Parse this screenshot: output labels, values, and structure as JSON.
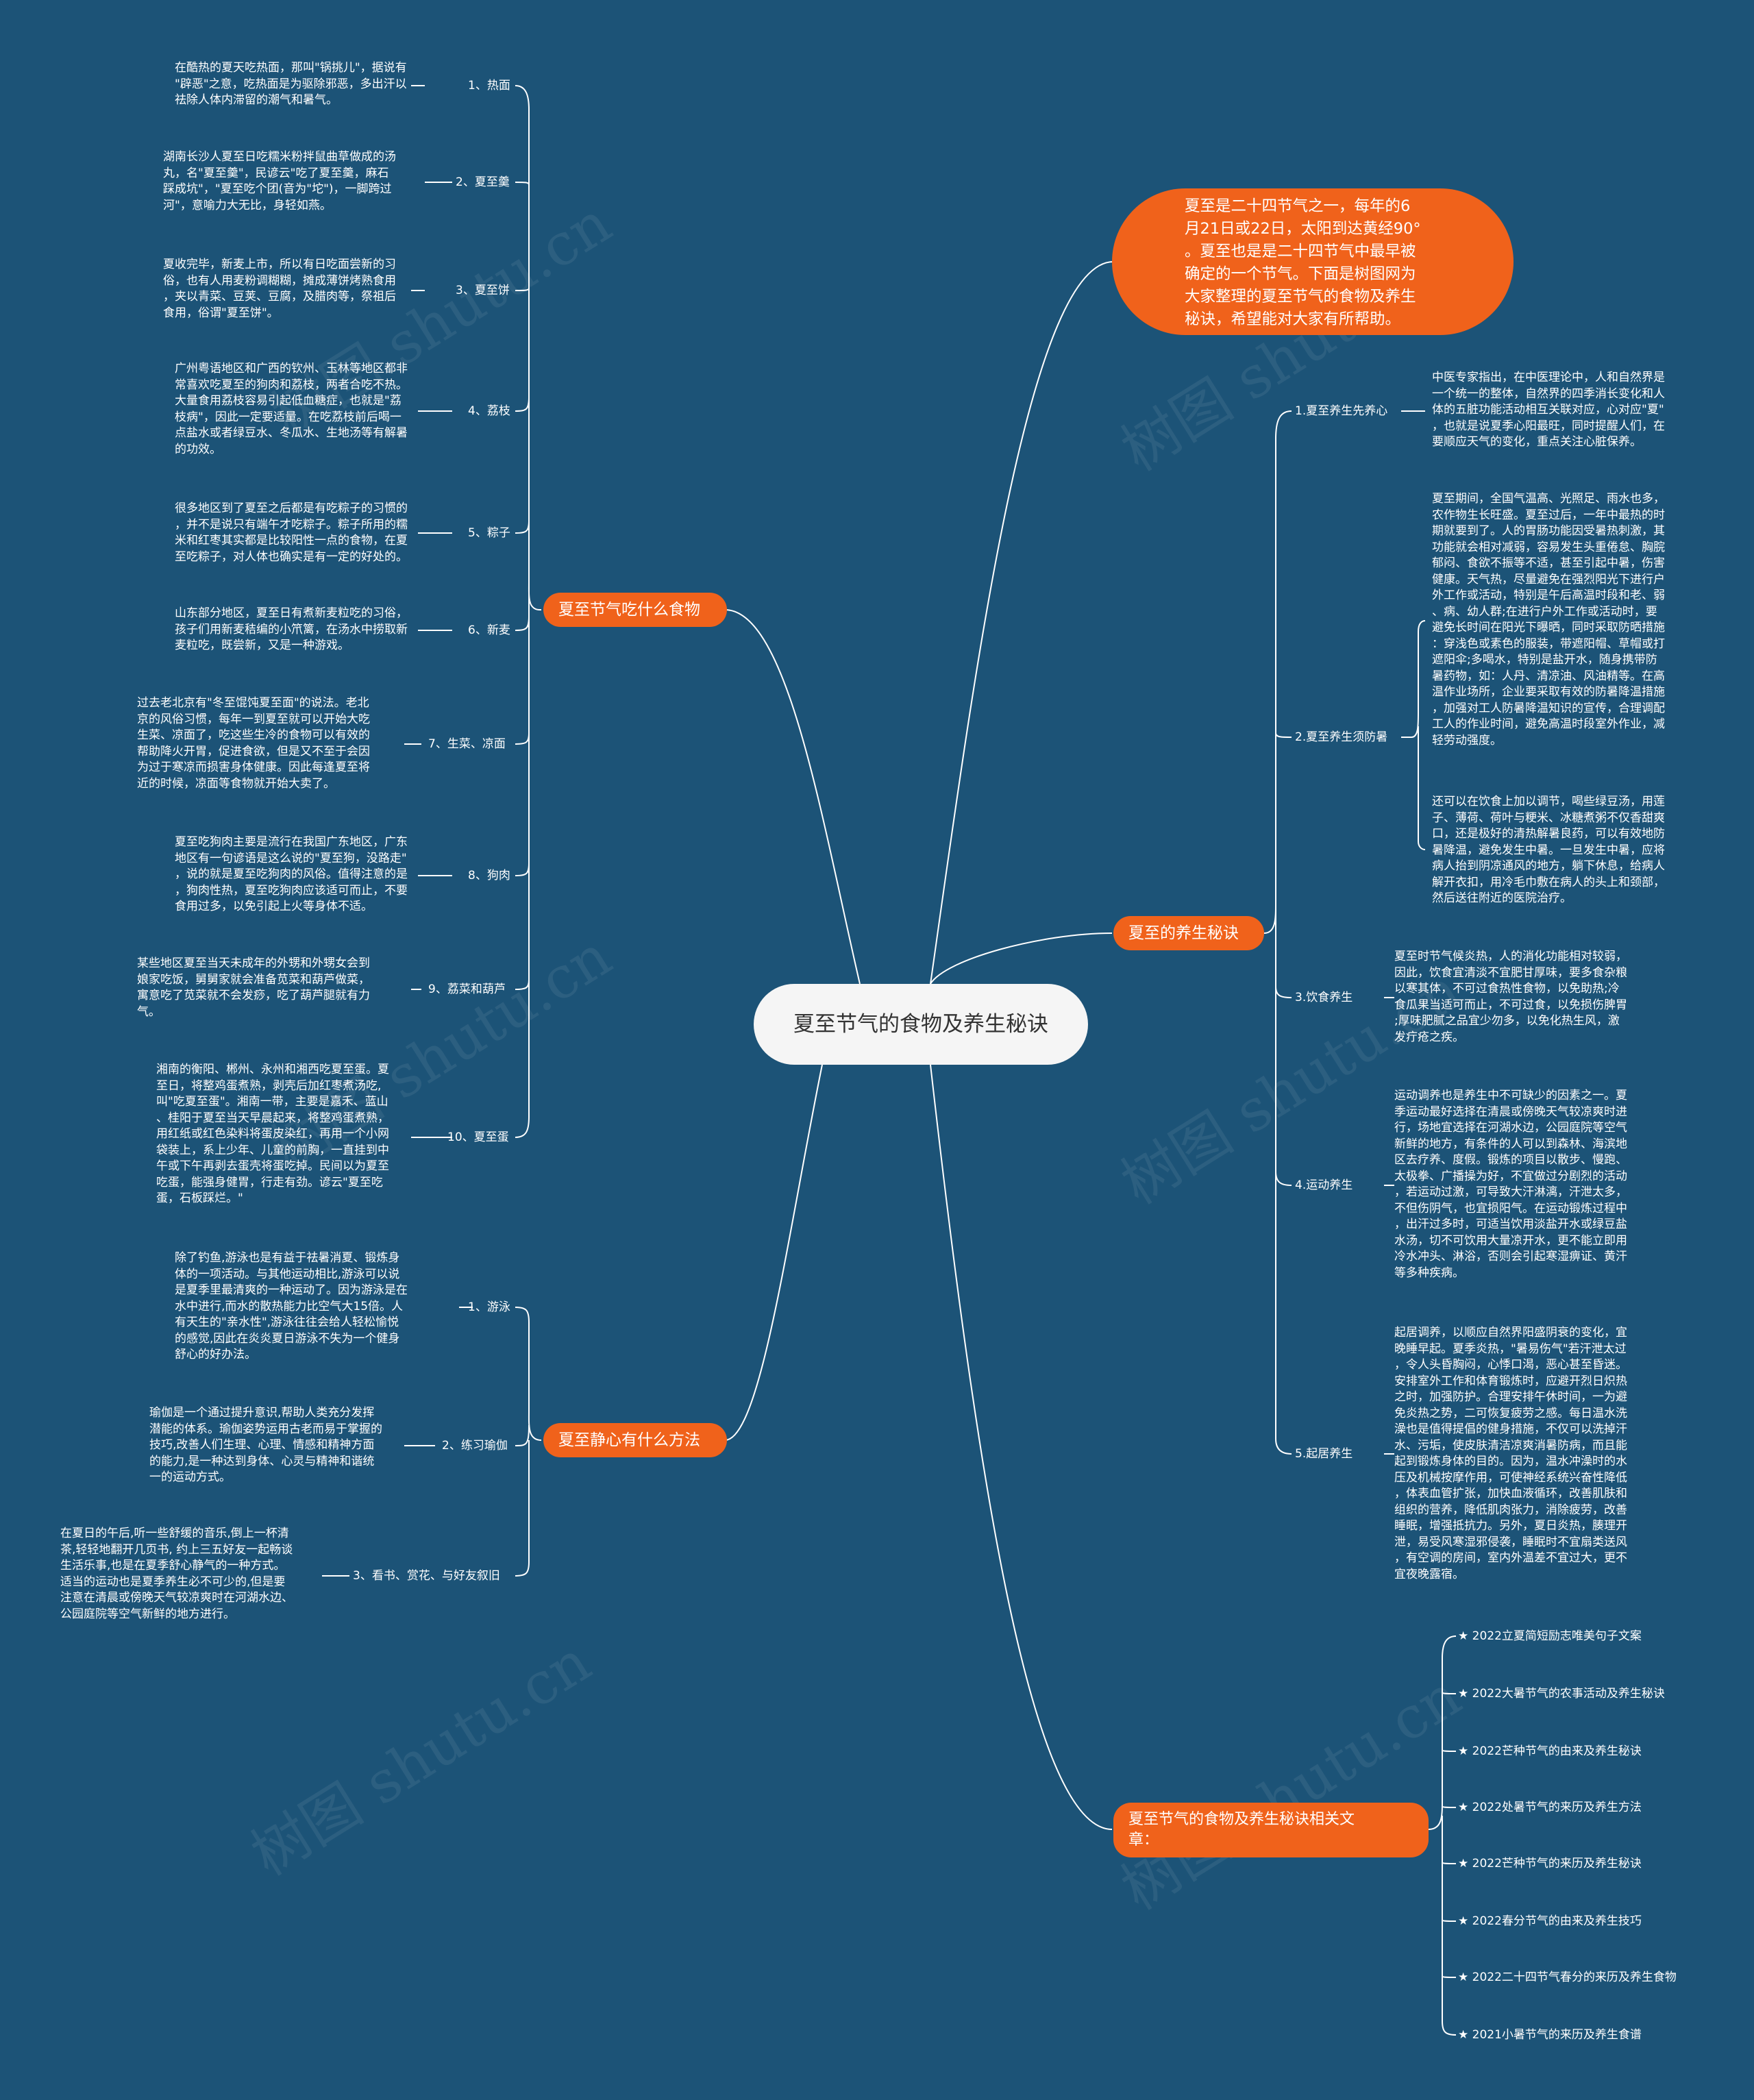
{
  "center": "夏至节气的食物及养生秘诀",
  "intro": "夏至是二十四节气之一，每年的6\n月21日或22日，太阳到达黄经90°\n。夏至也是是二十四节气中最早被\n确定的一个节气。下面是树图网为\n大家整理的夏至节气的食物及养生\n秘诀，希望能对大家有所帮助。",
  "watermark": "树图 shutu.cn",
  "topics": {
    "food": "夏至节气吃什么食物",
    "calm": "夏至静心有什么方法",
    "health": "夏至的养生秘诀",
    "related": "夏至节气的食物及养生秘诀相关文\n章："
  },
  "food_items": [
    {
      "label": "1、热面",
      "text": "在酷热的夏天吃热面，那叫\"锅挑儿\"，据说有\n\"辟恶\"之意，吃热面是为驱除邪恶，多出汗以\n祛除人体内滞留的潮气和暑气。"
    },
    {
      "label": "2、夏至羹",
      "text": "湖南长沙人夏至日吃糯米粉拌鼠曲草做成的汤\n丸，名\"夏至羹\"，民谚云\"吃了夏至羹，麻石\n踩成坑\"，\"夏至吃个团(音为\"坨\")，一脚跨过\n河\"，意喻力大无比，身轻如燕。"
    },
    {
      "label": "3、夏至饼",
      "text": "夏收完毕，新麦上市，所以有日吃面尝新的习\n俗，也有人用麦粉调糊糊，摊成薄饼烤熟食用\n，夹以青菜、豆荚、豆腐，及腊肉等，祭祖后\n食用，俗谓\"夏至饼\"。"
    },
    {
      "label": "4、荔枝",
      "text": "广州粤语地区和广西的钦州、玉林等地区都非\n常喜欢吃夏至的狗肉和荔枝，两者合吃不热。\n大量食用荔枝容易引起低血糖症，也就是\"荔\n枝病\"，因此一定要适量。在吃荔枝前后喝一\n点盐水或者绿豆水、冬瓜水、生地汤等有解暑\n的功效。"
    },
    {
      "label": "5、粽子",
      "text": "很多地区到了夏至之后都是有吃粽子的习惯的\n，并不是说只有端午才吃粽子。粽子所用的糯\n米和红枣其实都是比较阳性一点的食物，在夏\n至吃粽子，对人体也确实是有一定的好处的。"
    },
    {
      "label": "6、新麦",
      "text": "山东部分地区，夏至日有煮新麦粒吃的习俗，\n孩子们用新麦秸编的小笊篱，在汤水中捞取新\n麦粒吃，既尝新，又是一种游戏。"
    },
    {
      "label": "7、生菜、凉面",
      "text": "过去老北京有\"冬至馄饨夏至面\"的说法。老北\n京的风俗习惯，每年一到夏至就可以开始大吃\n生菜、凉面了，吃这些生冷的食物可以有效的\n帮助降火开胃，促进食欲，但是又不至于会因\n为过于寒凉而损害身体健康。因此每逢夏至将\n近的时候，凉面等食物就开始大卖了。"
    },
    {
      "label": "8、狗肉",
      "text": "夏至吃狗肉主要是流行在我国广东地区，广东\n地区有一句谚语是这么说的\"夏至狗，没路走\"\n，说的就是夏至吃狗肉的风俗。值得注意的是\n，狗肉性热，夏至吃狗肉应该适可而止，不要\n食用过多，以免引起上火等身体不适。"
    },
    {
      "label": "9、荔菜和葫芦",
      "text": "某些地区夏至当天未成年的外甥和外甥女会到\n娘家吃饭，舅舅家就会准备苋菜和葫芦做菜，\n寓意吃了苋菜就不会发痧，吃了葫芦腿就有力\n气。"
    },
    {
      "label": "10、夏至蛋",
      "text": "湘南的衡阳、郴州、永州和湘西吃夏至蛋。夏\n至日，将整鸡蛋煮熟，剥壳后加红枣煮汤吃,\n叫\"吃夏至蛋\"。湘南一带，主要是嘉禾、蓝山\n、桂阳于夏至当天早晨起来，将整鸡蛋煮熟，\n用红纸或红色染料将蛋皮染红，再用一个小网\n袋装上，系上少年、儿童的前胸，一直挂到中\n午或下午再剥去蛋壳将蛋吃掉。民间以为夏至\n吃蛋，能强身健胃，行走有劲。谚云\"夏至吃\n蛋，石板踩烂。\""
    }
  ],
  "calm_items": [
    {
      "label": "1、游泳",
      "text": "除了钓鱼,游泳也是有益于祛暑消夏、锻炼身\n体的一项活动。与其他运动相比,游泳可以说\n是夏季里最清爽的一种运动了。因为游泳是在\n水中进行,而水的散热能力比空气大15倍。人\n有天生的\"亲水性\",游泳往往会给人轻松愉悦\n的感觉,因此在炎炎夏日游泳不失为一个健身\n舒心的好办法。"
    },
    {
      "label": "2、练习瑜伽",
      "text": "瑜伽是一个通过提升意识,帮助人类充分发挥\n潜能的体系。瑜伽姿势运用古老而易于掌握的\n技巧,改善人们生理、心理、情感和精神方面\n的能力,是一种达到身体、心灵与精神和谐统\n一的运动方式。"
    },
    {
      "label": "3、看书、赏花、与好友叙旧",
      "text": "在夏日的午后,听一些舒缓的音乐,倒上一杯清\n茶,轻轻地翻开几页书, 约上三五好友一起畅谈\n生活乐事,也是在夏季舒心静气的一种方式。\n适当的运动也是夏季养生必不可少的,但是要\n注意在清晨或傍晚天气较凉爽时在河湖水边、\n公园庭院等空气新鲜的地方进行。"
    }
  ],
  "health_items": [
    {
      "label": "1.夏至养生先养心",
      "texts": [
        "中医专家指出，在中医理论中，人和自然界是\n一个统一的整体，自然界的四季消长变化和人\n体的五脏功能活动相互关联对应，心对应\"夏\"\n，也就是说夏季心阳最旺，同时提醒人们，在\n要顺应天气的变化，重点关注心脏保养。"
      ]
    },
    {
      "label": "2.夏至养生须防暑",
      "texts": [
        "夏至期间，全国气温高、光照足、雨水也多，\n农作物生长旺盛。夏至过后，一年中最热的时\n期就要到了。人的胃肠功能因受暑热刺激，其\n功能就会相对减弱，容易发生头重倦怠、胸脘\n郁闷、食欲不振等不适，甚至引起中暑，伤害\n健康。天气热，尽量避免在强烈阳光下进行户\n外工作或活动，特别是午后高温时段和老、弱\n、病、幼人群;在进行户外工作或活动时，要\n避免长时间在阳光下曝晒，同时采取防晒措施\n：穿浅色或素色的服装，带遮阳帽、草帽或打\n遮阳伞;多喝水，特别是盐开水，随身携带防\n暑药物，如：人丹、清凉油、风油精等。在高\n温作业场所，企业要采取有效的防暑降温措施\n，加强对工人防暑降温知识的宣传，合理调配\n工人的作业时间，避免高温时段室外作业，减\n轻劳动强度。",
        "还可以在饮食上加以调节，喝些绿豆汤，用莲\n子、薄荷、荷叶与粳米、冰糖煮粥不仅香甜爽\n口，还是极好的清热解暑良药，可以有效地防\n暑降温，避免发生中暑。一旦发生中暑，应将\n病人抬到阴凉通风的地方，躺下休息，给病人\n解开衣扣，用冷毛巾敷在病人的头上和颈部，\n然后送往附近的医院治疗。"
      ]
    },
    {
      "label": "3.饮食养生",
      "texts": [
        "夏至时节气候炎热，人的消化功能相对较弱，\n因此，饮食宜清淡不宜肥甘厚味，要多食杂粮\n以寒其体，不可过食热性食物，以免助热;冷\n食瓜果当适可而止，不可过食，以免损伤脾胃\n;厚味肥腻之品宜少勿多，以免化热生风，激\n发疔疮之疾。"
      ]
    },
    {
      "label": "4.运动养生",
      "texts": [
        "运动调养也是养生中不可缺少的因素之一。夏\n季运动最好选择在清晨或傍晚天气较凉爽时进\n行，场地宜选择在河湖水边，公园庭院等空气\n新鲜的地方，有条件的人可以到森林、海滨地\n区去疗养、度假。锻炼的项目以散步、慢跑、\n太极拳、广播操为好，不宜做过分剧烈的活动\n，若运动过激，可导致大汗淋漓，汗泄太多，\n不但伤阴气，也宜损阳气。在运动锻炼过程中\n，出汗过多时，可适当饮用淡盐开水或绿豆盐\n水汤，切不可饮用大量凉开水，更不能立即用\n冷水冲头、淋浴，否则会引起寒湿痹证、黄汗\n等多种疾病。"
      ]
    },
    {
      "label": "5.起居养生",
      "texts": [
        "起居调养，以顺应自然界阳盛阴衰的变化，宜\n晚睡早起。夏季炎热，\"暑易伤气\"若汗泄太过\n，令人头昏胸闷，心悸口渴，恶心甚至昏迷。\n安排室外工作和体育锻炼时，应避开烈日炽热\n之时，加强防护。合理安排午休时间，一为避\n免炎热之势，二可恢复疲劳之感。每日温水洗\n澡也是值得提倡的健身措施，不仅可以洗掉汗\n水、污垢，使皮肤清洁凉爽消暑防病，而且能\n起到锻炼身体的目的。因为，温水冲澡时的水\n压及机械按摩作用，可使神经系统兴奋性降低\n，体表血管扩张，加快血液循环，改善肌肤和\n组织的营养，降低肌肉张力，消除疲劳，改善\n睡眠，增强抵抗力。另外，夏日炎热，腠理开\n泄，易受风寒湿邪侵袭，睡眠时不宜扇类送风\n，有空调的房间，室内外温差不宜过大，更不\n宜夜晚露宿。"
      ]
    }
  ],
  "related_items": [
    "★ 2022立夏简短励志唯美句子文案",
    "★ 2022大暑节气的农事活动及养生秘诀",
    "★ 2022芒种节气的由来及养生秘诀",
    "★ 2022处暑节气的来历及养生方法",
    "★ 2022芒种节气的来历及养生秘诀",
    "★ 2022春分节气的由来及养生技巧",
    "★ 2022二十四节气春分的来历及养生食物",
    "★ 2021小暑节气的来历及养生食谱"
  ],
  "colors": {
    "background": "#1c5377",
    "topic": "#f0621b",
    "center": "#f5f5f5",
    "line": "#ffffff"
  }
}
